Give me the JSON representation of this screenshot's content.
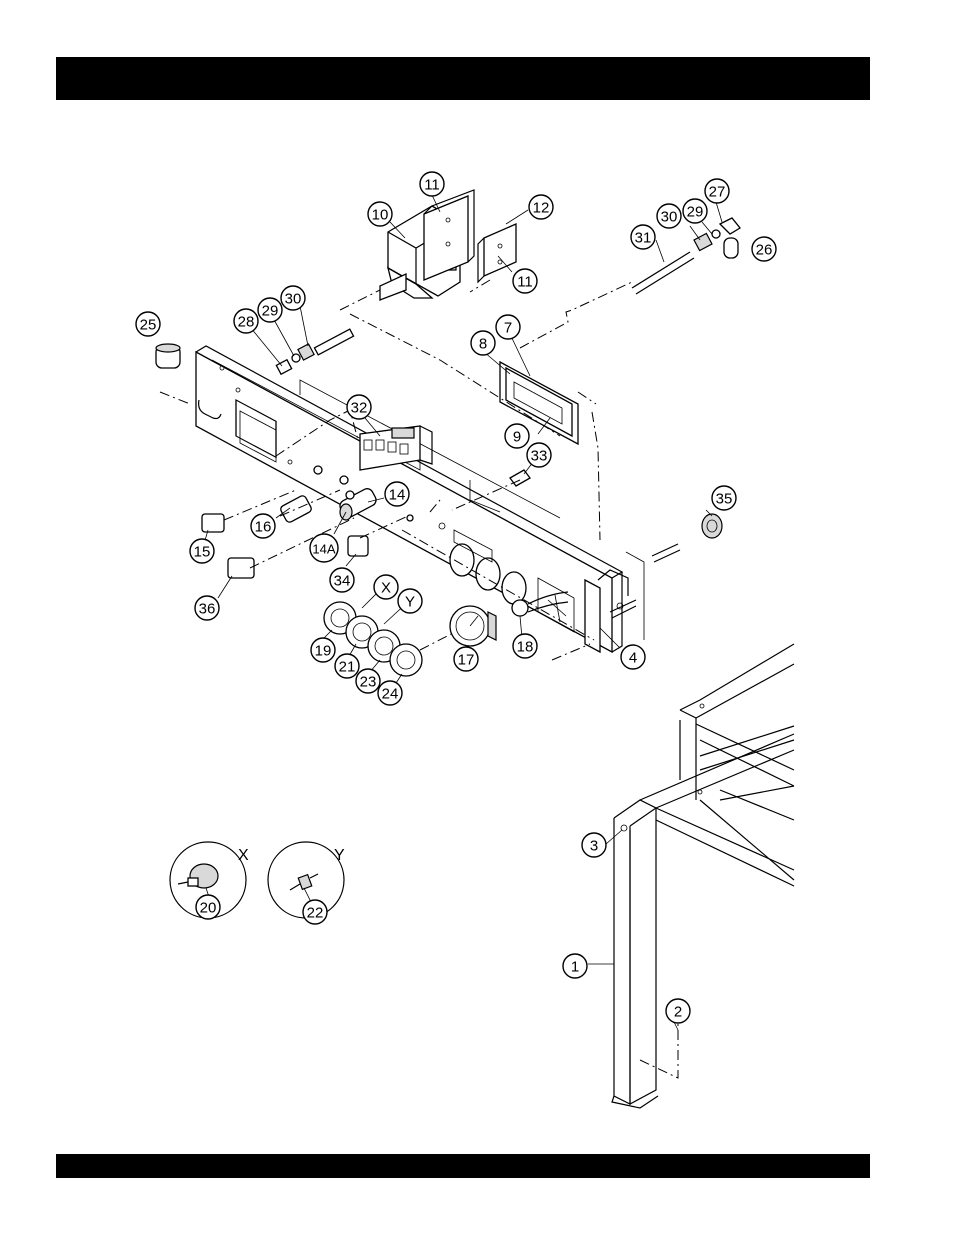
{
  "header": {
    "title": ""
  },
  "footer": {
    "text": ""
  },
  "diagram": {
    "callouts": [
      {
        "id": "c11a",
        "label": "11"
      },
      {
        "id": "c10",
        "label": "10"
      },
      {
        "id": "c12",
        "label": "12"
      },
      {
        "id": "c11b",
        "label": "11"
      },
      {
        "id": "c27",
        "label": "27"
      },
      {
        "id": "c30a",
        "label": "30"
      },
      {
        "id": "c29a",
        "label": "29"
      },
      {
        "id": "c31",
        "label": "31"
      },
      {
        "id": "c26",
        "label": "26"
      },
      {
        "id": "c25",
        "label": "25"
      },
      {
        "id": "c28",
        "label": "28"
      },
      {
        "id": "c29b",
        "label": "29"
      },
      {
        "id": "c30b",
        "label": "30"
      },
      {
        "id": "c8",
        "label": "8"
      },
      {
        "id": "c7",
        "label": "7"
      },
      {
        "id": "c32",
        "label": "32"
      },
      {
        "id": "c9",
        "label": "9"
      },
      {
        "id": "c33",
        "label": "33"
      },
      {
        "id": "c14",
        "label": "14"
      },
      {
        "id": "c16",
        "label": "16"
      },
      {
        "id": "c15",
        "label": "15"
      },
      {
        "id": "c14a",
        "label": "14A"
      },
      {
        "id": "c34",
        "label": "34"
      },
      {
        "id": "c35",
        "label": "35"
      },
      {
        "id": "c36",
        "label": "36"
      },
      {
        "id": "cXa",
        "label": "X"
      },
      {
        "id": "cYa",
        "label": "Y"
      },
      {
        "id": "c19",
        "label": "19"
      },
      {
        "id": "c21",
        "label": "21"
      },
      {
        "id": "c23",
        "label": "23"
      },
      {
        "id": "c24",
        "label": "24"
      },
      {
        "id": "c17",
        "label": "17"
      },
      {
        "id": "c18",
        "label": "18"
      },
      {
        "id": "c4",
        "label": "4"
      },
      {
        "id": "c3",
        "label": "3"
      },
      {
        "id": "c20",
        "label": "20"
      },
      {
        "id": "c22",
        "label": "22"
      },
      {
        "id": "c1",
        "label": "1"
      },
      {
        "id": "c2",
        "label": "2"
      }
    ],
    "detail_labels": {
      "x": "X",
      "y": "Y"
    }
  }
}
